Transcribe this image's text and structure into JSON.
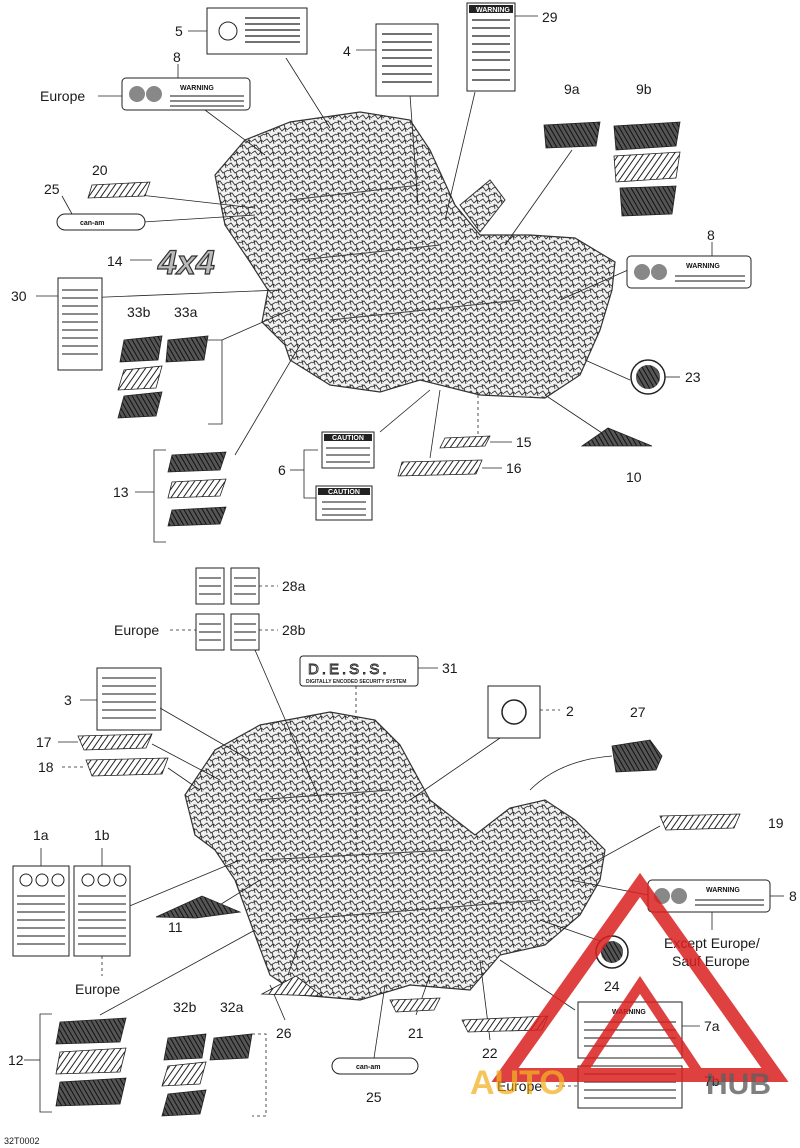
{
  "labels": {
    "l5": "5",
    "l4": "4",
    "l29": "29",
    "l8top": "8",
    "europe_8": "Europe",
    "l9a": "9a",
    "l9b": "9b",
    "l20": "20",
    "l25top": "25",
    "l8right": "8",
    "l14": "14",
    "l30": "30",
    "l33b": "33b",
    "l33a": "33a",
    "l23": "23",
    "l15": "15",
    "l16": "16",
    "l6": "6",
    "l10": "10",
    "l13": "13",
    "l28a": "28a",
    "europe_28b": "Europe",
    "l28b": "28b",
    "l31": "31",
    "l3": "3",
    "l2": "2",
    "l27": "27",
    "l17": "17",
    "l18": "18",
    "l19": "19",
    "l1a": "1a",
    "l1b": "1b",
    "europe_1": "Europe",
    "l11": "11",
    "l8b": "8",
    "except_europe_1": "Except Europe/",
    "except_europe_2": "Sauf Europe",
    "l24": "24",
    "l12": "12",
    "l32b": "32b",
    "l32a": "32a",
    "l26": "26",
    "l21": "21",
    "l22": "22",
    "l7a": "7a",
    "europe_7b": "Europe",
    "l7b": "7b",
    "l25bottom": "25",
    "ref": "32T0002"
  },
  "decals": {
    "warning": "WARNING",
    "caution": "CAUTION",
    "canam": "can-am",
    "fourx4": "4x4",
    "dess": "D.E.S.S.",
    "dess_sub": "DIGITALLY ENCODED SECURITY SYSTEM"
  },
  "watermark": {
    "left": "AUTO",
    "right": "HUB",
    "color": "#d9201f"
  }
}
